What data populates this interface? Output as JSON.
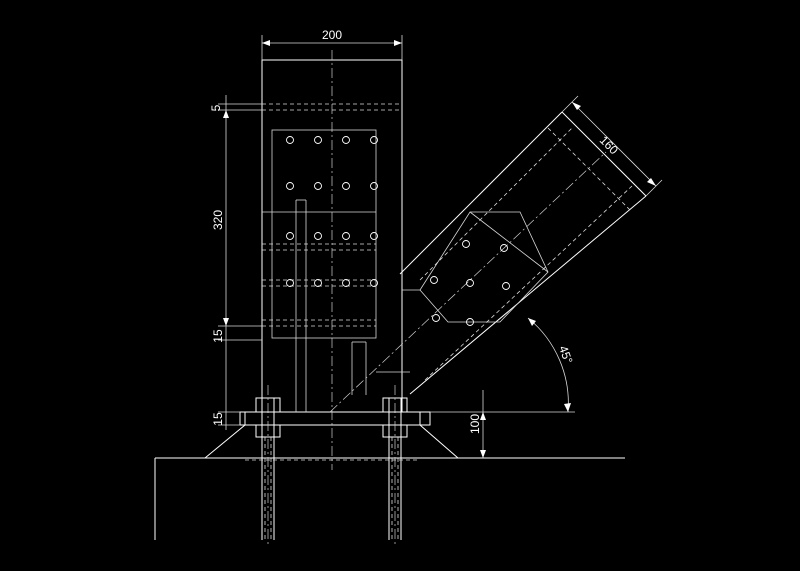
{
  "drawing": {
    "background": "#000000",
    "line_color": "#ffffff",
    "dimensions": {
      "column_width": "200",
      "brace_width": "160",
      "top_plate": "5",
      "plate_height": "320",
      "mid_plate": "15",
      "base_plate": "15",
      "base_height": "100",
      "brace_angle": "45°"
    }
  }
}
